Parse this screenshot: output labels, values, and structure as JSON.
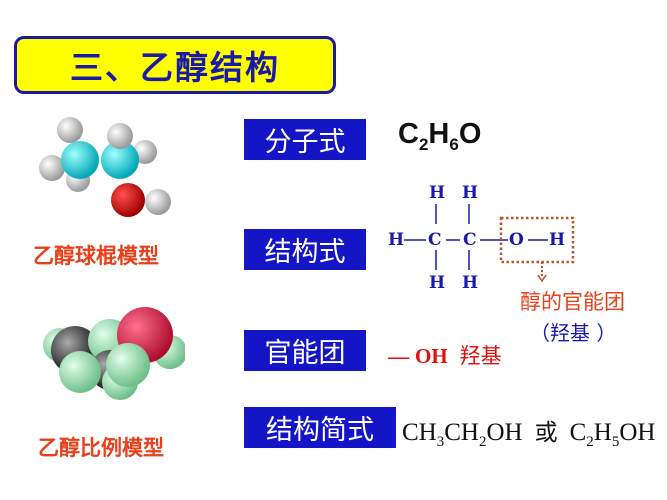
{
  "title": "三、乙醇结构",
  "models": {
    "ball_stick_label": "乙醇球棍模型",
    "space_filling_label": "乙醇比例模型"
  },
  "labels": {
    "molecular_formula": "分子式",
    "structural_formula": "结构式",
    "functional_group": "官能团",
    "condensed_formula": "结构简式"
  },
  "molecular_formula": {
    "parts": [
      "C",
      "2",
      "H",
      "6",
      "O"
    ]
  },
  "structure": {
    "atoms_top": [
      "H",
      "H"
    ],
    "atoms_middle": [
      "H",
      "C",
      "C",
      "O",
      "H"
    ],
    "atoms_bottom": [
      "H",
      "H"
    ],
    "callout_line1": "醇的官能团",
    "callout_line2": "（羟基 ）"
  },
  "functional_group": {
    "dash": "—",
    "formula": "OH",
    "name": "羟基"
  },
  "condensed": {
    "f1": [
      "CH",
      "3",
      "CH",
      "2",
      "OH"
    ],
    "or": "或",
    "f2": [
      "C",
      "2",
      "H",
      "5",
      "OH"
    ]
  },
  "colors": {
    "title_bg": "#ffff00",
    "title_text": "#1a1aa8",
    "label_bg": "#1515c8",
    "accent_red": "#e8401a"
  }
}
